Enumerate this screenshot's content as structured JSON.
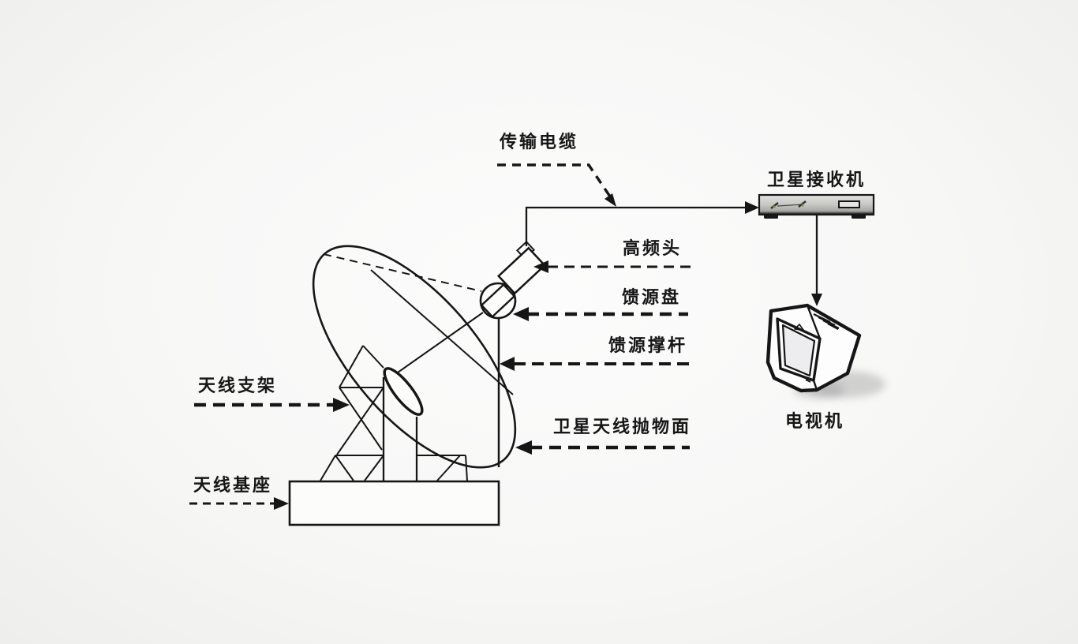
{
  "diagram": {
    "description": "Satellite TV receiving system diagram",
    "labels": {
      "transmission_cable": "传输电缆",
      "satellite_receiver": "卫星接收机",
      "lnb": "高频头",
      "feed_disc": "馈源盘",
      "feed_support_rod": "馈源撑杆",
      "parabolic_dish": "卫星天线抛物面",
      "antenna_bracket": "天线支架",
      "antenna_base": "天线基座",
      "tv_set": "电视机"
    },
    "colors": {
      "line": "#161616",
      "background": "#f6f6f5",
      "receiver_body_light": "#dedede",
      "receiver_body_dark": "#7c7c78",
      "shadow": "#b0b0b0"
    }
  }
}
